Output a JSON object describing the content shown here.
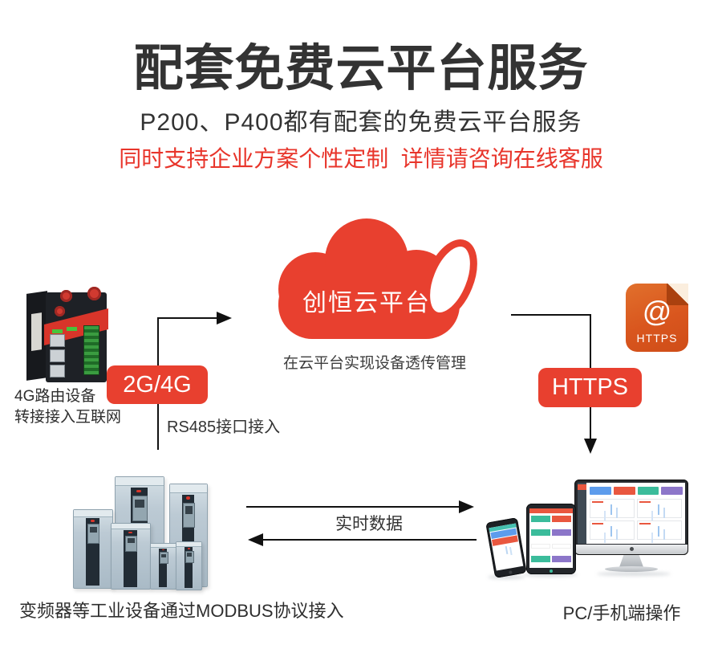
{
  "header": {
    "title": "配套免费云平台服务",
    "subtitle": "P200、P400都有配套的免费云平台服务",
    "note": "同时支持企业方案个性定制  详情请咨询在线客服"
  },
  "cloud": {
    "label": "创恒云平台",
    "caption": "在云平台实现设备透传管理"
  },
  "left_flow": {
    "router_caption_line1": "4G路由设备",
    "router_caption_line2": "转接接入互联网",
    "badge": "2G/4G",
    "port_label": "RS485接口接入"
  },
  "right_flow": {
    "icon_symbol": "@",
    "icon_label": "HTTPS",
    "badge": "HTTPS"
  },
  "bottom_flow": {
    "industrial_caption": "变频器等工业设备通过MODBUS协议接入",
    "realtime_label": "实时数据",
    "client_caption": "PC/手机端操作"
  },
  "colors": {
    "brand_red": "#e8402f",
    "accent_red_text": "#e8352b",
    "title_dark": "#333333",
    "https_icon_orange": "#d85a20",
    "arrow_black": "#111111"
  }
}
